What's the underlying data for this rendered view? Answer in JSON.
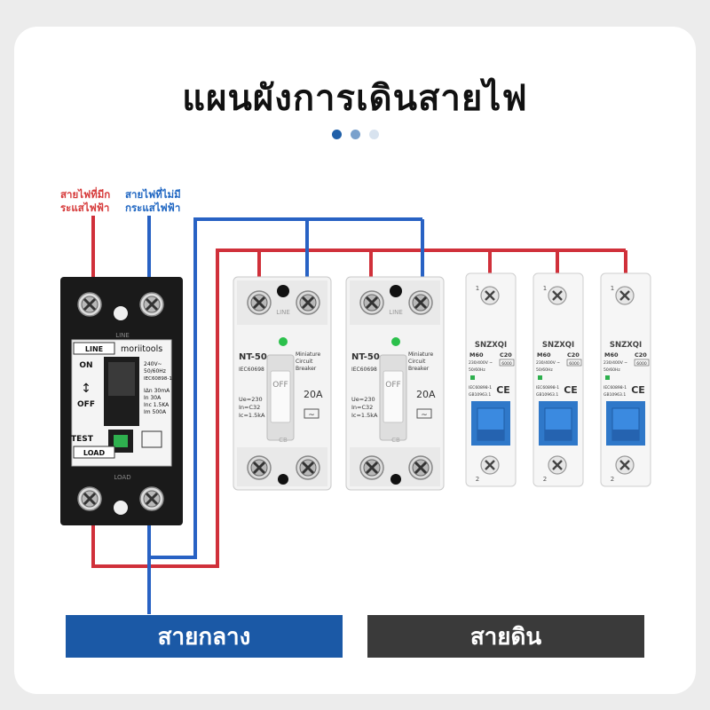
{
  "title": "แผนผังการเดินสายไฟ",
  "carousel": {
    "dots": 3,
    "active": 0,
    "colors": [
      "#1f5fa8",
      "#7aa1cc",
      "#d8e3ef"
    ]
  },
  "labels": {
    "live_wire": {
      "line1": "สายไฟที่มีก",
      "line2": "ระแสไฟฟ้า",
      "color": "#d63a3a"
    },
    "dead_wire": {
      "line1": "สายไฟที่ไม่มี",
      "line2": "กระแสไฟฟ้า",
      "color": "#1f66c2"
    }
  },
  "wire_colors": {
    "live": "#d0303a",
    "neutral": "#2862c4"
  },
  "rcbo": {
    "brand": "moriitools",
    "line_top": "LINE",
    "line_label": "LINE",
    "on": "ON",
    "off": "OFF",
    "rating": "240V~",
    "freq": "50/60Hz",
    "standard": "IEC60898-1",
    "idn": "IΔn 30mA",
    "in": "In 30A",
    "inc": "Inc 1.5KA",
    "im": "Im 500A",
    "test": "TEST",
    "load": "LOAD",
    "load_bottom": "LOAD"
  },
  "nt50": [
    {
      "model": "NT-50",
      "mini1": "Miniature",
      "mini2": "Circuit",
      "mini3": "Breaker",
      "std": "IEC60698",
      "off": "OFF",
      "amp": "20A",
      "ue": "Ue=230",
      "in": "In=C32",
      "ic": "Ic=1.5kA",
      "top": "LINE",
      "bottom": "CB"
    },
    {
      "model": "NT-50",
      "mini1": "Miniature",
      "mini2": "Circuit",
      "mini3": "Breaker",
      "std": "IEC60698",
      "off": "OFF",
      "amp": "20A",
      "ue": "Ue=230",
      "in": "In=C32",
      "ic": "Ic=1.5kA",
      "top": "LINE",
      "bottom": "CB"
    }
  ],
  "mcb": [
    {
      "brand": "SNZXQI",
      "model": "M60",
      "curve": "C20",
      "volt": "230/400V ~",
      "freq": "50/60Hz",
      "cap": "6000",
      "std1": "IEC60898-1",
      "std2": "GB10963.1",
      "top": "1",
      "bottom": "2"
    },
    {
      "brand": "SNZXQI",
      "model": "M60",
      "curve": "C20",
      "volt": "230/400V ~",
      "freq": "50/60Hz",
      "cap": "6000",
      "std1": "IEC60898-1",
      "std2": "GB10963.1",
      "top": "1",
      "bottom": "2"
    },
    {
      "brand": "SNZXQI",
      "model": "M60",
      "curve": "C20",
      "volt": "230/400V ~",
      "freq": "50/60Hz",
      "cap": "6000",
      "std1": "IEC60898-1",
      "std2": "GB10963.1",
      "top": "1",
      "bottom": "2"
    }
  ],
  "bottom_bars": {
    "neutral": {
      "text": "สายกลาง",
      "color": "#1b59a6"
    },
    "ground": {
      "text": "สายดิน",
      "color": "#3a3a3a"
    }
  }
}
